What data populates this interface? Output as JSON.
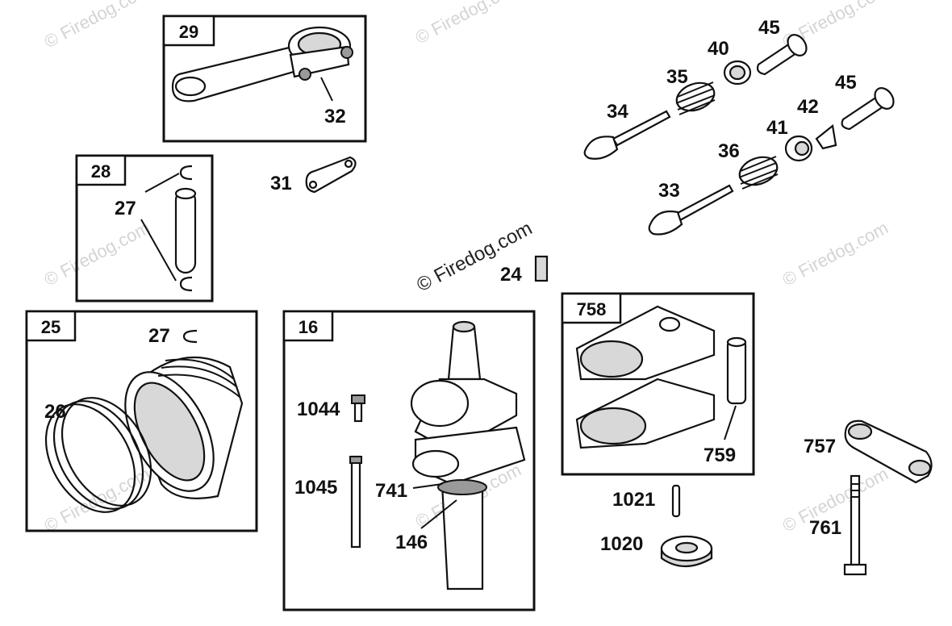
{
  "watermarks": {
    "main": "© Firedog.com",
    "faint": "© Firedog.com"
  },
  "boxes": {
    "b29": "29",
    "b28": "28",
    "b25": "25",
    "b16": "16",
    "b758": "758"
  },
  "callouts": {
    "c32": "32",
    "c31": "31",
    "c27a": "27",
    "c27b": "27",
    "c26": "26",
    "c45a": "45",
    "c40": "40",
    "c35": "35",
    "c34": "34",
    "c45b": "45",
    "c42": "42",
    "c41": "41",
    "c36": "36",
    "c33": "33",
    "c24": "24",
    "c1044": "1044",
    "c1045": "1045",
    "c741": "741",
    "c146": "146",
    "c759": "759",
    "c1021": "1021",
    "c1020": "1020",
    "c757": "757",
    "c761": "761"
  }
}
